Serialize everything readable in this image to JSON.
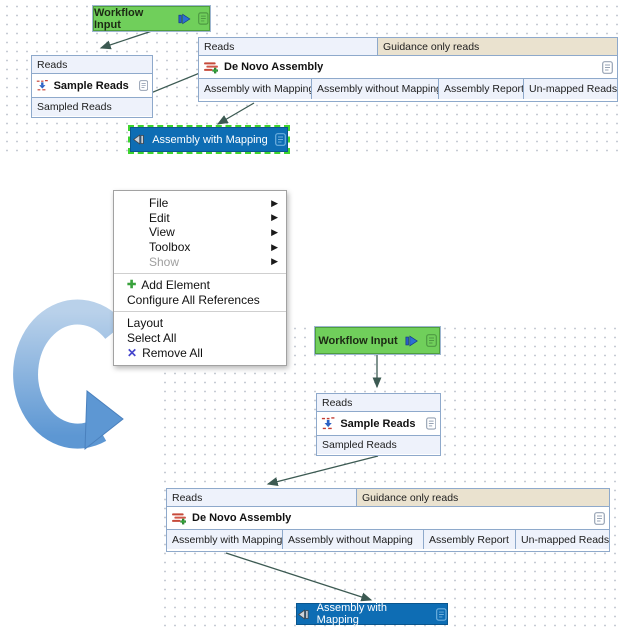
{
  "workflow_input": {
    "label": "Workflow Input"
  },
  "sampler": {
    "input": "Reads",
    "name": "Sample Reads",
    "output": "Sampled Reads"
  },
  "assembler": {
    "input_reads": "Reads",
    "input_guidance": "Guidance only reads",
    "name": "De Novo Assembly",
    "out_mapping": "Assembly with Mapping",
    "out_no_mapping": "Assembly without Mapping",
    "out_report": "Assembly Report",
    "out_unmapped": "Un-mapped Reads"
  },
  "result": {
    "label": "Assembly with Mapping"
  },
  "menu": {
    "file": "File",
    "edit": "Edit",
    "view": "View",
    "toolbox": "Toolbox",
    "show": "Show",
    "add_element": "Add Element",
    "configure_all_references": "Configure All References",
    "layout": "Layout",
    "select_all": "Select All",
    "remove_all": "Remove All",
    "submenu_arrow": "▶",
    "add_icon_glyph": "✚",
    "remove_icon_glyph": "✕"
  },
  "icons": {
    "workflow_input_icon": "input-play-arrow",
    "result_icon": "output-back-arrow",
    "sample_reads_icon": "sample-reads-tool",
    "de_novo_icon": "de-novo-assembly-tool",
    "doc_icon": "document-page"
  },
  "colors": {
    "input_node_green": "#70cf5b",
    "output_node_blue": "#0e6db4",
    "selection_dash_green": "#3ed42f",
    "port_fill": "#eef2fb",
    "guidance_port_fill": "#eae2cf",
    "node_border": "#8ea9cb",
    "edge_color": "#3c5a52",
    "canvas_dot": "#c6cbd4",
    "transform_arrow_blue": "#5d97d3"
  }
}
